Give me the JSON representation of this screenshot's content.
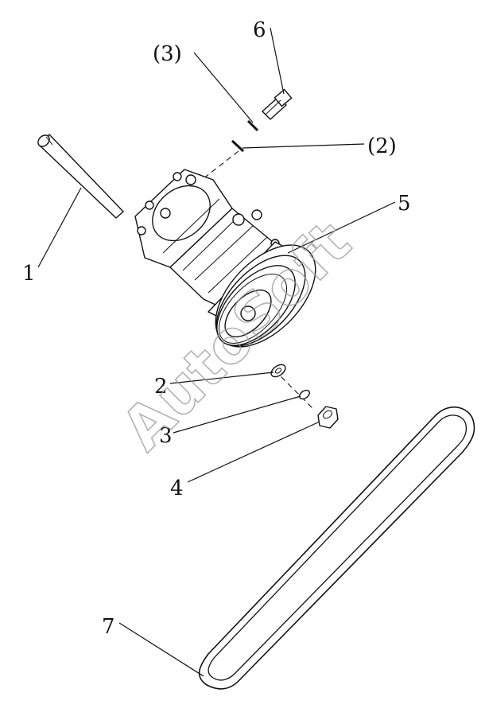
{
  "diagram": {
    "callouts": {
      "c1": "1",
      "c2": "2",
      "c3": "3",
      "c4": "4",
      "c5": "5",
      "c6": "6",
      "c7": "7",
      "c2p": "(2)",
      "c3p": "(3)"
    },
    "watermark": "AutoSoft",
    "colors": {
      "line": "#111111",
      "watermark": "#9a9a9a",
      "background": "#ffffff"
    }
  }
}
